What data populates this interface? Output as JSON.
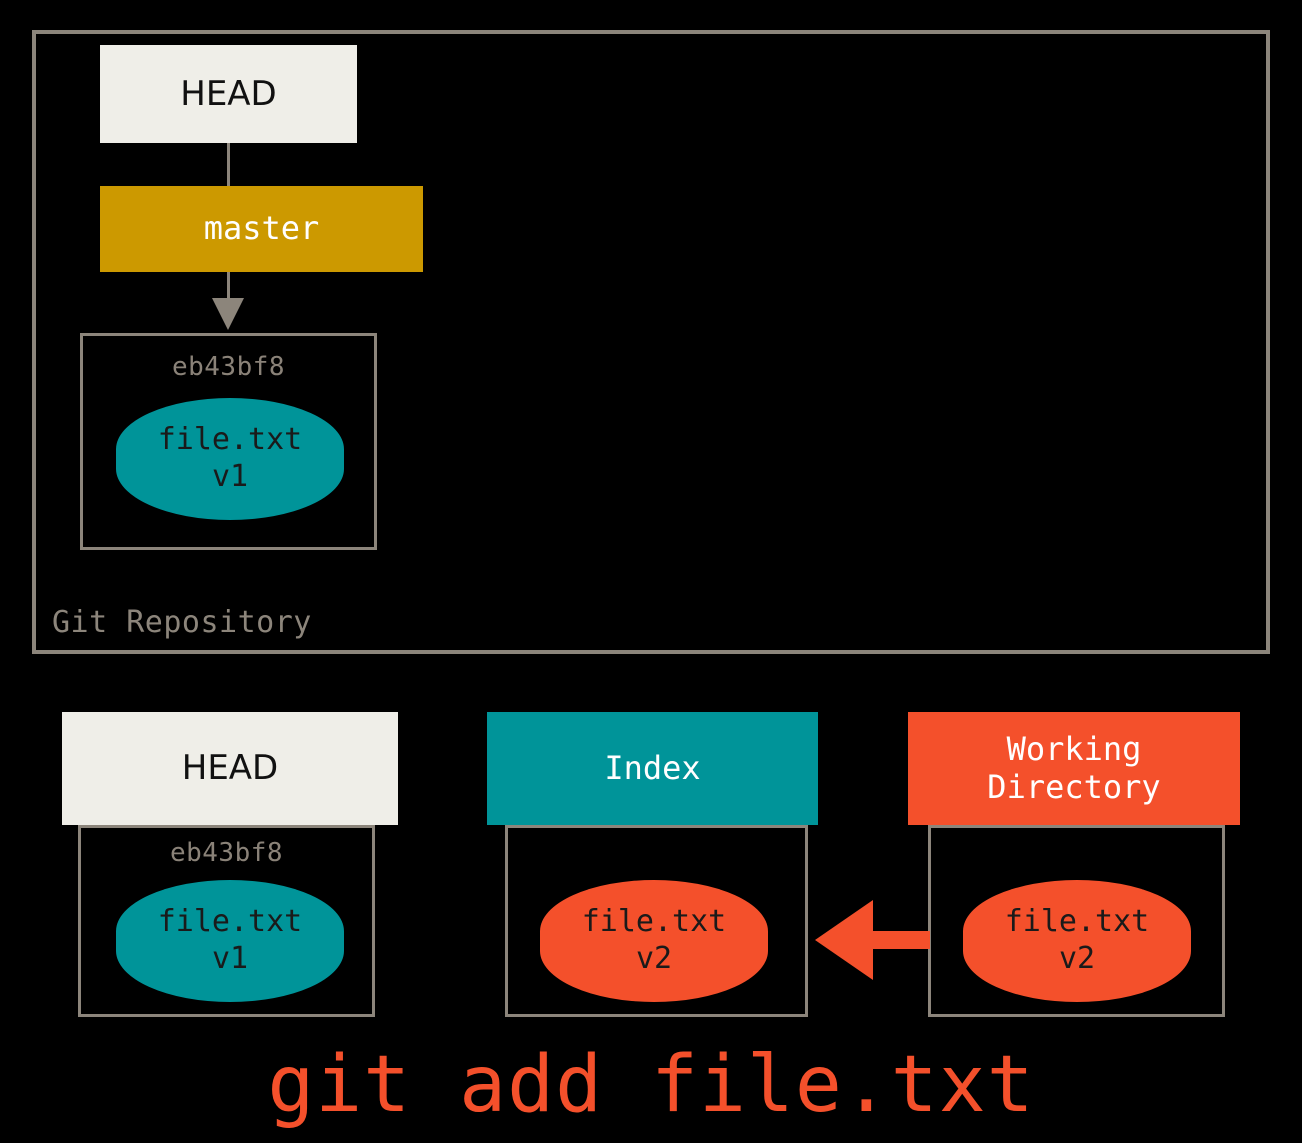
{
  "diagram": {
    "title": "git add file.txt diagram",
    "command": "git add file.txt",
    "colors": {
      "background": "#000000",
      "frame_gray": "#8c857b",
      "head_cream": "#efeee8",
      "master_gold": "#cc9900",
      "index_teal": "#009499",
      "working_orange": "#f4502b",
      "sha_gray": "#8a8278"
    }
  },
  "repository": {
    "label": "Git Repository",
    "head": {
      "label": "HEAD"
    },
    "branch": {
      "label": "master"
    },
    "commit": {
      "sha": "eb43bf8",
      "blob": {
        "filename": "file.txt",
        "version": "v1"
      }
    }
  },
  "areas": {
    "head": {
      "label": "HEAD",
      "sha": "eb43bf8",
      "blob": {
        "filename": "file.txt",
        "version": "v1"
      }
    },
    "index": {
      "label": "Index",
      "blob": {
        "filename": "file.txt",
        "version": "v2"
      }
    },
    "working_directory": {
      "label": "Working\nDirectory",
      "blob": {
        "filename": "file.txt",
        "version": "v2"
      }
    }
  },
  "connectors": {
    "head_to_master": "vertical-line",
    "master_to_commit": "down-arrow",
    "working_to_index": "left-arrow"
  }
}
